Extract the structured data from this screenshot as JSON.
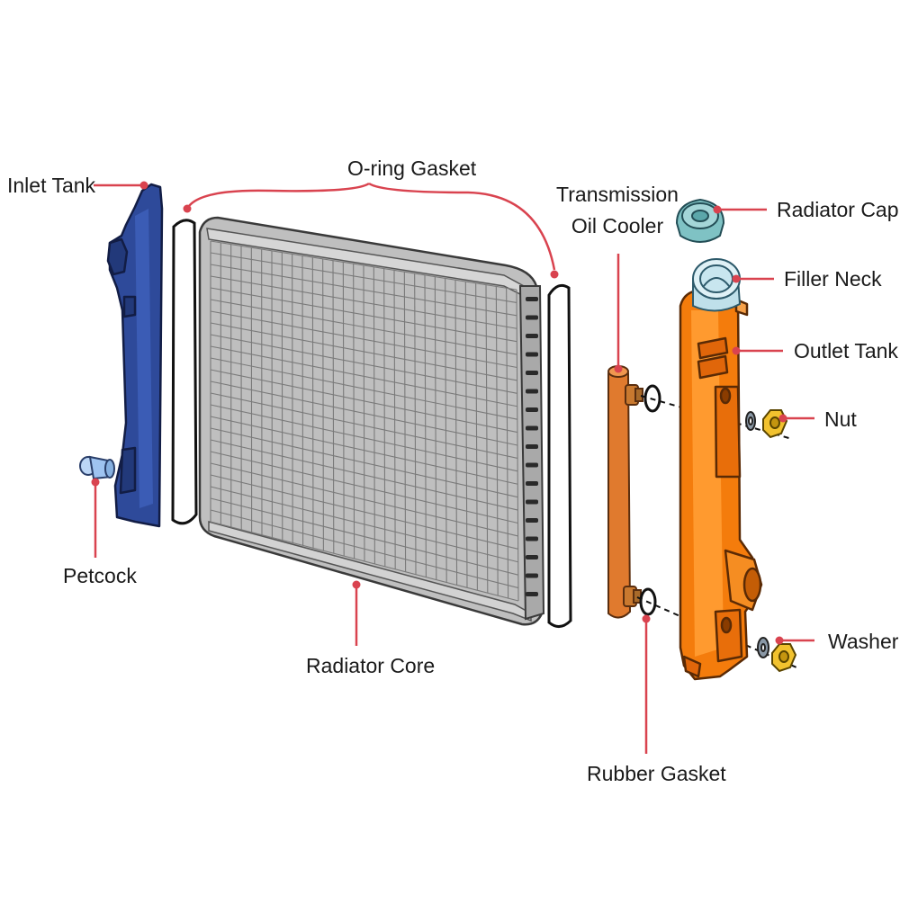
{
  "colors": {
    "leader": "#d9434f",
    "inlet_tank": "#2e4a9a",
    "outlet_tank": "#f47c0c",
    "oil_cooler": "#e07a2e",
    "core": "#c4c4c4",
    "cap": "#7fc2c4",
    "filler_neck": "#c8e6ef",
    "nut": "#f2c22e",
    "washer": "#8a98a6",
    "petcock": "#9ec3f0"
  },
  "labels": {
    "inlet_tank": "Inlet Tank",
    "o_ring_gasket": "O-ring Gasket",
    "transmission_line1": "Transmission",
    "transmission_line2": "Oil Cooler",
    "radiator_cap": "Radiator Cap",
    "filler_neck": "Filler Neck",
    "outlet_tank": "Outlet Tank",
    "nut": "Nut",
    "petcock": "Petcock",
    "radiator_core": "Radiator Core",
    "washer": "Washer",
    "rubber_gasket": "Rubber Gasket"
  }
}
